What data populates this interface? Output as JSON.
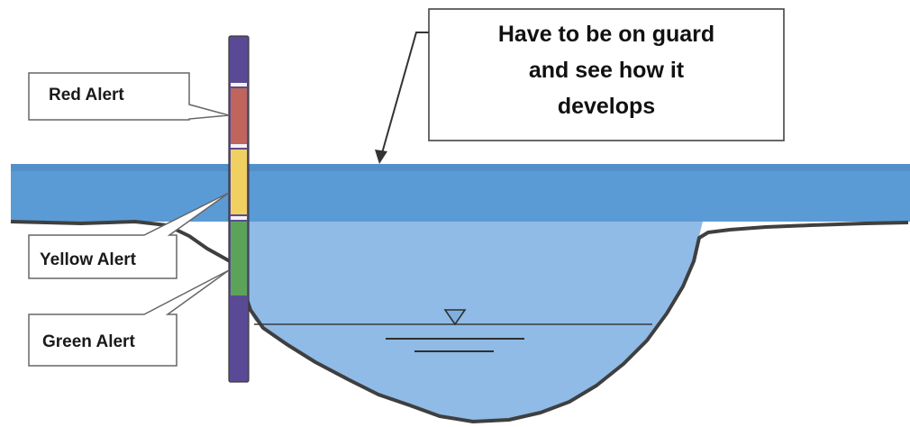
{
  "diagram": {
    "callout": {
      "lines": [
        "Have to be on guard",
        "and see how it",
        "develops"
      ]
    },
    "labels": {
      "red": "Red Alert",
      "yellow": "Yellow Alert",
      "green": "Green Alert"
    },
    "colors": {
      "water_band": "#5b9bd5",
      "water_band_dark": "#4a86c0",
      "basin_water": "#8fbbe6",
      "ground_outline": "#3f3f3f",
      "gauge_purple": "#5a4a96",
      "gauge_red": "#c0655b",
      "gauge_yellow": "#f0d060",
      "gauge_green": "#5ca35a",
      "gauge_divider": "#f2f2f2"
    },
    "icons": {
      "water_level_marker": "inverted-triangle-water-level-icon"
    }
  }
}
